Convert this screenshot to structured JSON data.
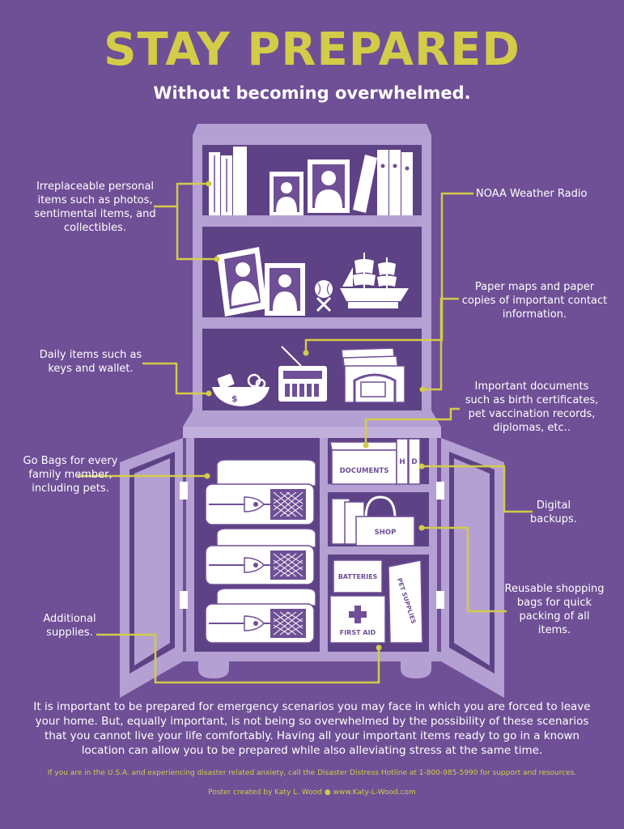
{
  "header": {
    "title": "STAY PREPARED",
    "subtitle": "Without becoming overwhelmed."
  },
  "labels": {
    "irreplaceable": "Irreplaceable personal items such as photos, sentimental items, and collectibles.",
    "noaa": "NOAA Weather Radio",
    "maps": "Paper maps and paper copies of important contact information.",
    "daily": "Daily items such as keys and wallet.",
    "documents": "Important documents such as birth certificates, pet vaccination records, diplomas, etc..",
    "go_bags": "Go Bags for every family member, including pets.",
    "digital": "Digital backups.",
    "reusable": "Reusable shopping bags for quick packing of all items.",
    "additional": "Additional supplies."
  },
  "item_labels": {
    "documents_box": "DOCUMENTS",
    "binder_letter": "H",
    "binder_letter_2": "D",
    "shop_bag": "SHOP",
    "batteries": "BATTERIES",
    "first_aid": "FIRST AID",
    "pet_supplies": "PET SUPPLIES"
  },
  "body": {
    "paragraph": "It is important to be prepared for emergency scenarios you may face in which you are forced to leave your home. But, equally important, is not being so overwhelmed by the possibility of these scenarios that you cannot live your life comfortably. Having all your important items ready to go in a known location can allow you to be prepared while also alleviating stress at the same time."
  },
  "footer": {
    "hotline": "If you are in the U.S.A. and experiencing disaster related anxiety, call the Disaster Distress Hotline at 1-800-985-5990 for support and resources.",
    "credit": "Poster created by Katy L. Wood ● www.Katy-L-Wood.com"
  },
  "colors": {
    "background": "#6f4f96",
    "accent": "#d2cc48",
    "furniture": "#b4a0d2",
    "furniture_dark": "#5a3e80",
    "item": "#ffffff"
  },
  "icons": [
    "book-icon",
    "photo-frame-icon",
    "baseball-icon",
    "ship-icon",
    "radio-icon",
    "file-organizer-icon",
    "bowl-icon",
    "go-bag-icon",
    "document-box-icon",
    "binder-icon",
    "shopping-bag-icon",
    "battery-box-icon",
    "first-aid-icon",
    "pet-supplies-icon"
  ]
}
